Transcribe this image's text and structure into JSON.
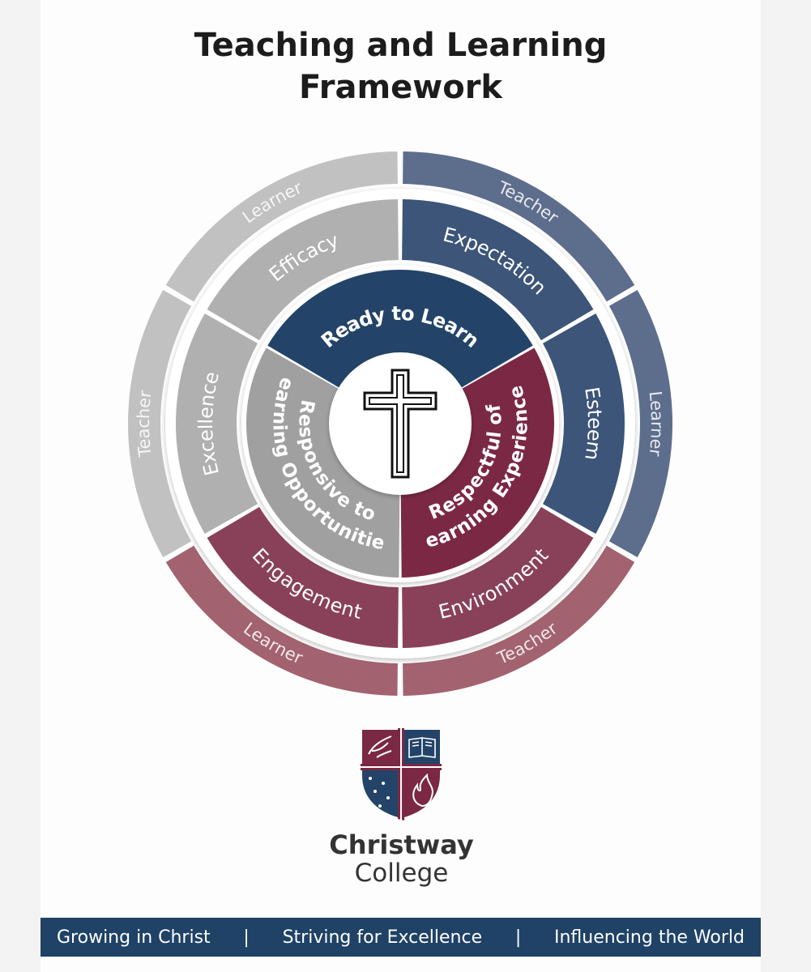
{
  "title": {
    "line1": "Teaching and Learning",
    "line2": "Framework"
  },
  "colors": {
    "navy": "#1f4266",
    "maroon": "#7a2944",
    "grey": "#a0a0a0"
  },
  "center_icon": "cross-icon",
  "core": [
    {
      "id": "ready",
      "lines": [
        "Ready to Learn"
      ],
      "color": "#234468"
    },
    {
      "id": "respectful",
      "lines": [
        "Respectful of",
        "Learning Experiences"
      ],
      "color": "#7b2844"
    },
    {
      "id": "responsive",
      "lines": [
        "Responsive to",
        "Learning Opportunities"
      ],
      "color": "#a0a0a0"
    }
  ],
  "middle": [
    {
      "label": "Efficacy",
      "color": "#3c5578"
    },
    {
      "label": "Expectation",
      "color": "#3c5578"
    },
    {
      "label": "Esteem",
      "color": "#89415a"
    },
    {
      "label": "Environment",
      "color": "#89415a"
    },
    {
      "label": "Engagement",
      "color": "#b0b0b0"
    },
    {
      "label": "Excellence",
      "color": "#b0b0b0"
    }
  ],
  "outer": [
    {
      "label": "Learner",
      "color": "#5d6d8c"
    },
    {
      "label": "Teacher",
      "color": "#5d6d8c"
    },
    {
      "label": "Learner",
      "color": "#a2626f"
    },
    {
      "label": "Teacher",
      "color": "#a2626f"
    },
    {
      "label": "Learner",
      "color": "#c1c1c1"
    },
    {
      "label": "Teacher",
      "color": "#c1c1c1"
    }
  ],
  "crest": {
    "icons": [
      "dove-icon",
      "book-icon",
      "stars-icon",
      "flame-icon"
    ]
  },
  "brand": {
    "line1": "Christway",
    "line2": "College"
  },
  "motto": [
    "Growing in Christ",
    "Striving for Excellence",
    "Influencing the World"
  ],
  "separator": "|"
}
